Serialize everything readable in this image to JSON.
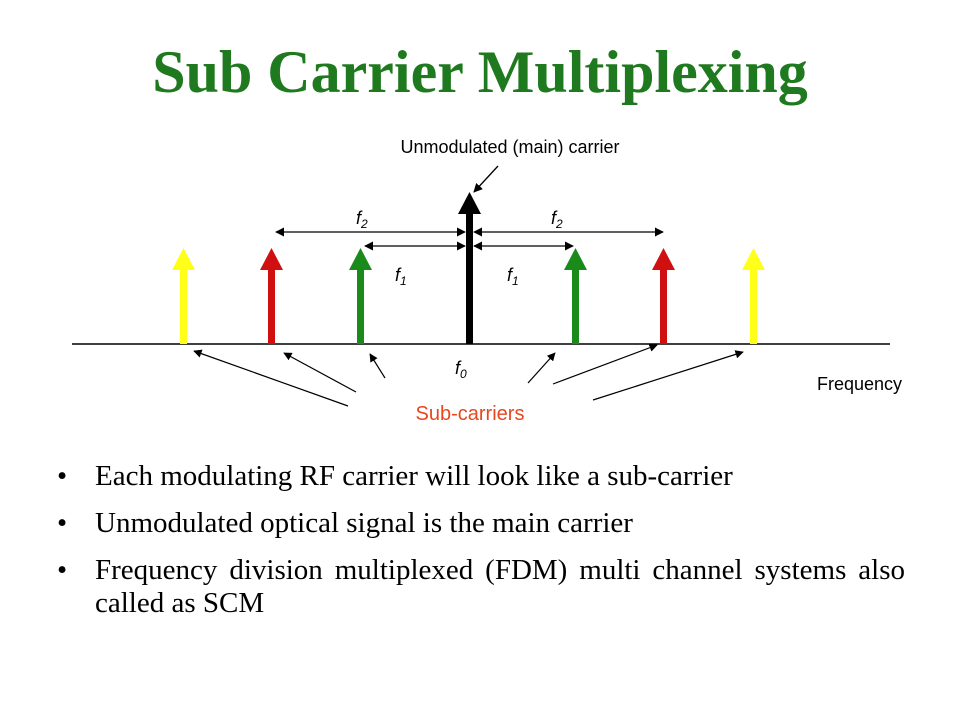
{
  "title": "Sub Carrier Multiplexing",
  "diagram": {
    "main_carrier_label": "Unmodulated (main) carrier",
    "f2_left": "f",
    "f2_left_sub": "2",
    "f2_right": "f",
    "f2_right_sub": "2",
    "f1_left": "f",
    "f1_left_sub": "1",
    "f1_right": "f",
    "f1_right_sub": "1",
    "f0": "f",
    "f0_sub": "0",
    "axis_label": "Frequency",
    "subcarriers_label": "Sub-carriers",
    "colors": {
      "main": "#000000",
      "f1": "#1a8a1a",
      "f2": "#d01010",
      "f3": "#ffff1a",
      "subcarriers_text": "#e8461e"
    }
  },
  "bullets": [
    "Each modulating RF carrier will look like a sub-carrier",
    "Unmodulated optical signal is the main carrier",
    "Frequency division multiplexed (FDM) multi channel systems also called as SCM"
  ]
}
